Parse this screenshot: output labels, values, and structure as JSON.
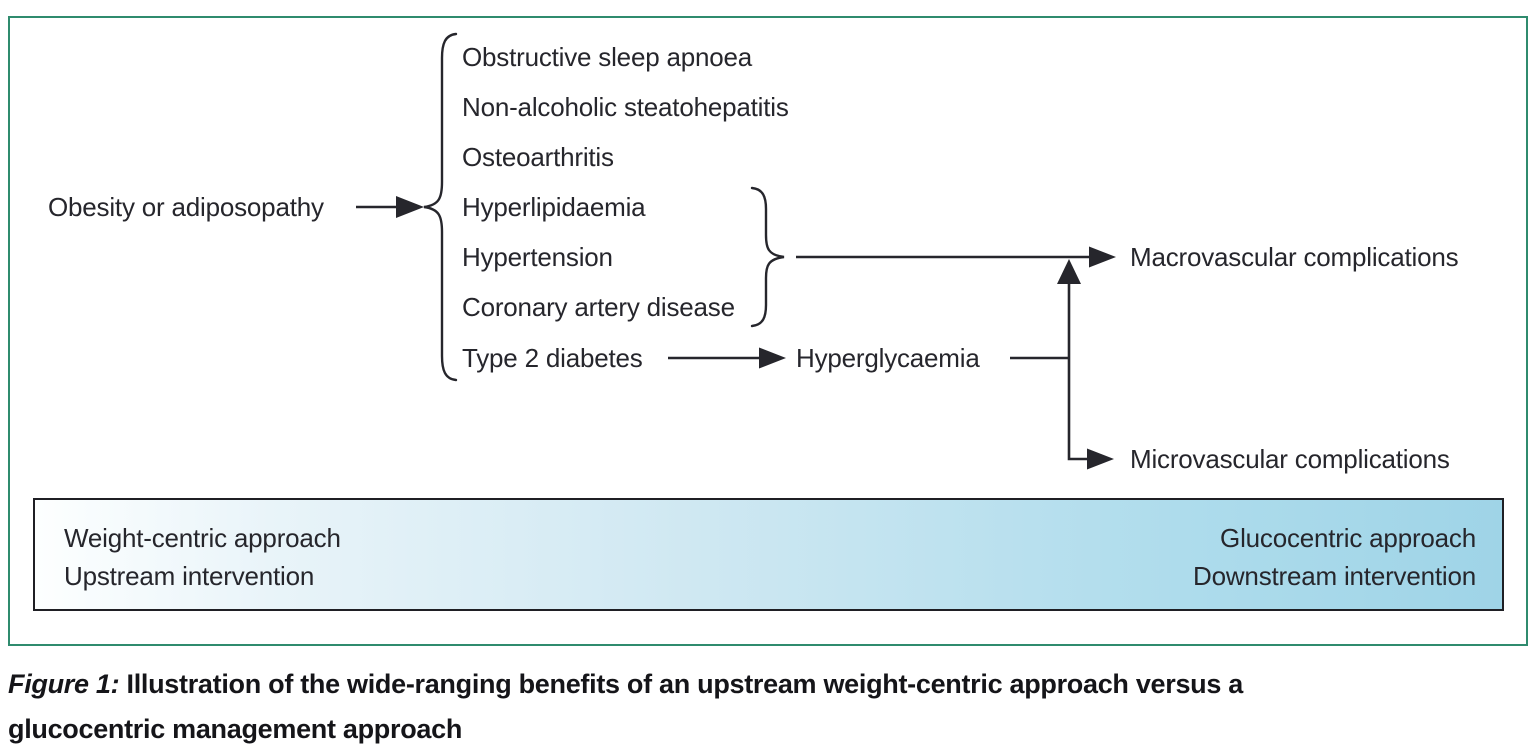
{
  "colors": {
    "border-green": "#2f8b6e",
    "diagram-ink": "#26262c",
    "bar-border": "#1f1f24",
    "bar-blue-right": "#9fd4e7",
    "bar-blue-left": "#fdffff"
  },
  "diagram": {
    "source": "Obesity or adiposopathy",
    "conditions": [
      "Obstructive sleep apnoea",
      "Non-alcoholic steatohepatitis",
      "Osteoarthritis",
      "Hyperlipidaemia",
      "Hypertension",
      "Coronary artery disease",
      "Type 2 diabetes"
    ],
    "intermediate": "Hyperglycaemia",
    "outcome_macro": "Macrovascular complications",
    "outcome_micro": "Microvascular complications"
  },
  "approach_bar": {
    "left_line1": "Weight-centric approach",
    "left_line2": "Upstream intervention",
    "right_line1": "Glucocentric approach",
    "right_line2": "Downstream intervention"
  },
  "caption": {
    "figure_label": "Figure 1:",
    "text_line1": " Illustration of the wide-ranging benefits of an upstream weight-centric approach versus a",
    "text_line2": "glucocentric management approach"
  }
}
